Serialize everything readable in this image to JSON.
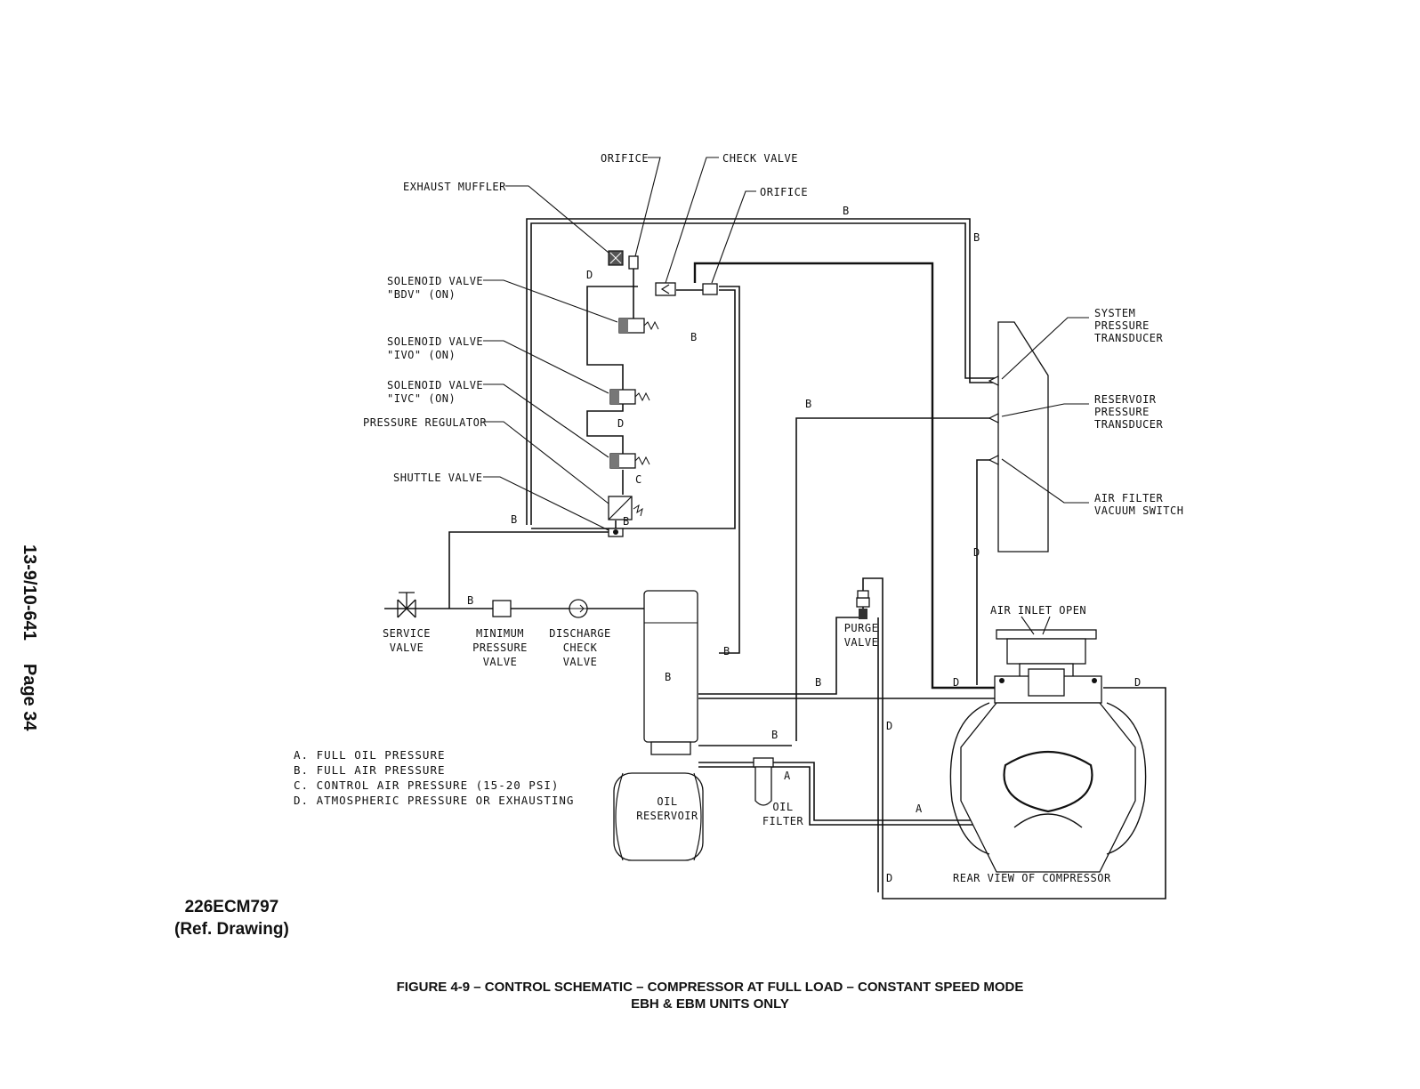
{
  "page_ref": {
    "doc": "13-9/10-641",
    "page": "Page 34"
  },
  "drawing_ref": {
    "number": "226ECM797",
    "note": "(Ref. Drawing)"
  },
  "caption": {
    "line1": "FIGURE 4-9  –  CONTROL SCHEMATIC – COMPRESSOR AT FULL LOAD – CONSTANT SPEED MODE",
    "line2": "EBH & EBM UNITS ONLY"
  },
  "legend": [
    "A. FULL OIL PRESSURE",
    "B. FULL AIR PRESSURE",
    "C. CONTROL AIR PRESSURE (15-20 PSI)",
    "D. ATMOSPHERIC PRESSURE OR EXHAUSTING"
  ],
  "labels": {
    "orifice_top": "ORIFICE",
    "check_valve": "CHECK VALVE",
    "orifice_right": "ORIFICE",
    "exhaust_muffler": "EXHAUST MUFFLER",
    "sol_bdv": [
      "SOLENOID VALVE",
      "\"BDV\" (ON)"
    ],
    "sol_ivo": [
      "SOLENOID VALVE",
      "\"IVO\" (ON)"
    ],
    "sol_ivc": [
      "SOLENOID VALVE",
      "\"IVC\" (ON)"
    ],
    "pressure_regulator": "PRESSURE REGULATOR",
    "shuttle_valve": "SHUTTLE VALVE",
    "system_transducer": [
      "SYSTEM",
      "PRESSURE",
      "TRANSDUCER"
    ],
    "reservoir_transducer": [
      "RESERVOIR",
      "PRESSURE",
      "TRANSDUCER"
    ],
    "air_filter_switch": [
      "AIR FILTER",
      "VACUUM SWITCH"
    ],
    "service_valve": [
      "SERVICE",
      "VALVE"
    ],
    "minimum_pressure_valve": [
      "MINIMUM",
      "PRESSURE",
      "VALVE"
    ],
    "discharge_check_valve": [
      "DISCHARGE",
      "CHECK",
      "VALVE"
    ],
    "purge_valve": [
      "PURGE",
      "VALVE"
    ],
    "air_inlet": "AIR INLET OPEN",
    "oil_reservoir": [
      "OIL",
      "RESERVOIR"
    ],
    "oil_filter": [
      "OIL",
      "FILTER"
    ],
    "rear_view": "REAR VIEW OF COMPRESSOR"
  },
  "line_codes": {
    "A": "A",
    "B": "B",
    "C": "C",
    "D": "D"
  }
}
